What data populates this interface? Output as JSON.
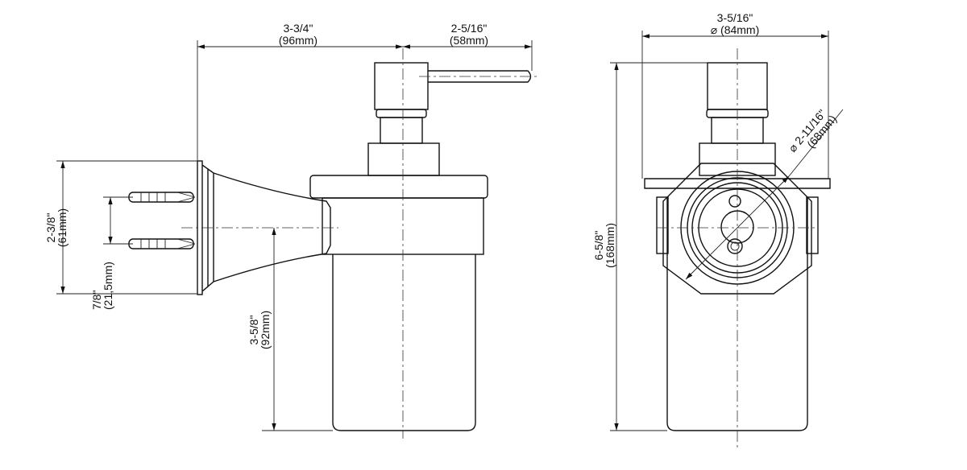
{
  "drawing": {
    "side_view": {
      "depth": {
        "inch": "3-3/4\"",
        "mm": "(96mm)"
      },
      "spout": {
        "inch": "2-5/16\"",
        "mm": "(58mm)"
      },
      "plate_height": {
        "inch": "2-3/8\"",
        "mm": "(61mm)"
      },
      "screw_spacing": {
        "inch": "7/8\"",
        "mm": "(21,5mm)"
      },
      "mount_height": {
        "inch": "3-5/8\"",
        "mm": "(92mm)"
      }
    },
    "front_view": {
      "width": {
        "inch": "3-5/16\"",
        "mm": "⌀ (84mm)"
      },
      "height": {
        "inch": "6-5/8\"",
        "mm": "(168mm)"
      },
      "diameter": {
        "inch": "⌀  2-11/16\"",
        "mm": "(68mm)"
      }
    }
  }
}
